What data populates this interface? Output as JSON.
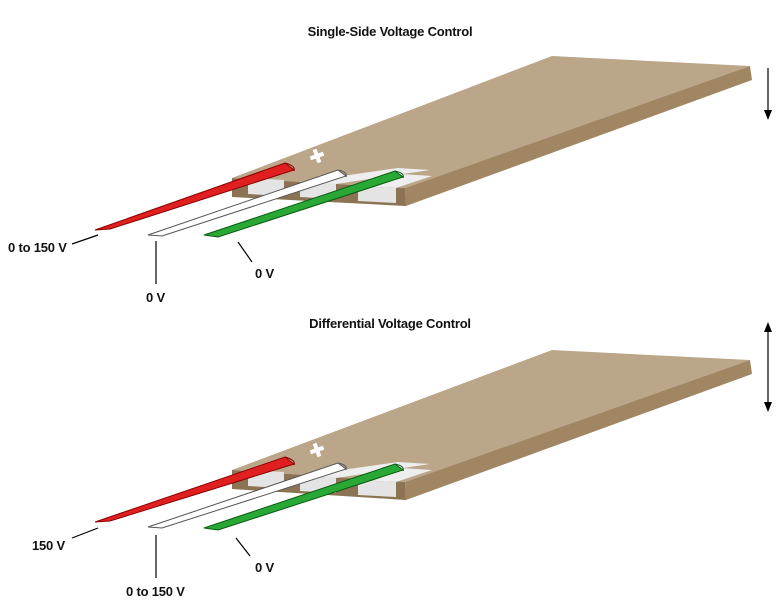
{
  "panels": [
    {
      "title": "Single-Side Voltage Control",
      "wire_labels": {
        "red": "0 to 150 V",
        "white": "0 V",
        "green": "0 V"
      },
      "deflection": "down"
    },
    {
      "title": "Differential Voltage Control",
      "wire_labels": {
        "red": "150 V",
        "white": "0 to 150 V",
        "green": "0 V"
      },
      "deflection": "both"
    }
  ],
  "colors": {
    "plate_top": "#bba68a",
    "plate_front": "#8c7353",
    "plate_side": "#a08663",
    "wire_red": "#e02020",
    "wire_white": "#ffffff",
    "wire_green": "#2aa836",
    "electrode": "#e4e4e4"
  }
}
